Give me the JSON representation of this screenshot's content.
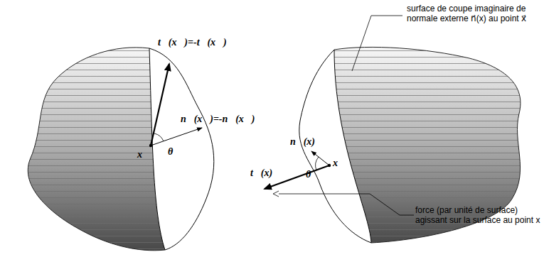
{
  "diagram": {
    "labels": [
      "t⃗(x⃗)=-t⃗(x⃗)",
      "n⃗(x⃗)=-n⃗(x⃗)",
      "θ",
      "x⃗",
      "surface de coupe imaginaire de normale externe n⃗(x) au point x⃗",
      "n⃗(x)",
      "θ",
      "x⃗",
      "t⃗(x)",
      "force (par unité de surface) agissant sur la surface au point x"
    ]
  }
}
